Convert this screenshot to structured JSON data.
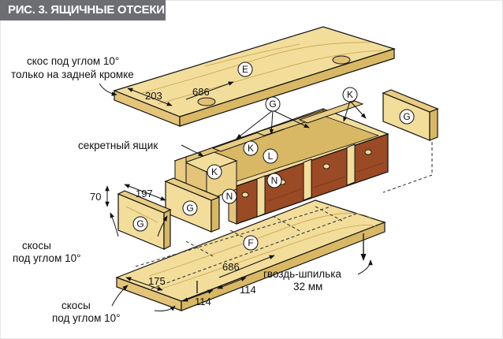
{
  "figure": {
    "title": "РИС. 3. ЯЩИЧНЫЕ ОТСЕКИ"
  },
  "labels": {
    "top_bevel_line1": "скос под углом 10°",
    "top_bevel_line2": "только на задней кромке",
    "secret_drawer": "секретный ящик",
    "side_bevel_line1": "скосы",
    "side_bevel_line2": "под углом 10°",
    "bottom_bevel_line1": "скосы",
    "bottom_bevel_line2": "под углом 10°",
    "nail_line1": "гвоздь-шпилька",
    "nail_line2": "32 мм"
  },
  "dimensions": {
    "top_width": "203",
    "top_length": "686",
    "side_height": "70",
    "side_width": "197",
    "bottom_length": "686",
    "bottom_width": "175",
    "bottom_gap1": "114",
    "bottom_gap2": "114"
  },
  "part_letters": {
    "E": "E",
    "G": "G",
    "K": "K",
    "L": "L",
    "N": "N",
    "F": "F"
  },
  "colors": {
    "wood": "#f2dd9b",
    "wood_edge": "#e3c478",
    "wood_dark": "#d6b35f",
    "drawer_front": "#9a4a24",
    "drawer_shade": "#7b3618",
    "title_bg": "#6d6e71",
    "dashed_line": "#2a2a2a"
  }
}
